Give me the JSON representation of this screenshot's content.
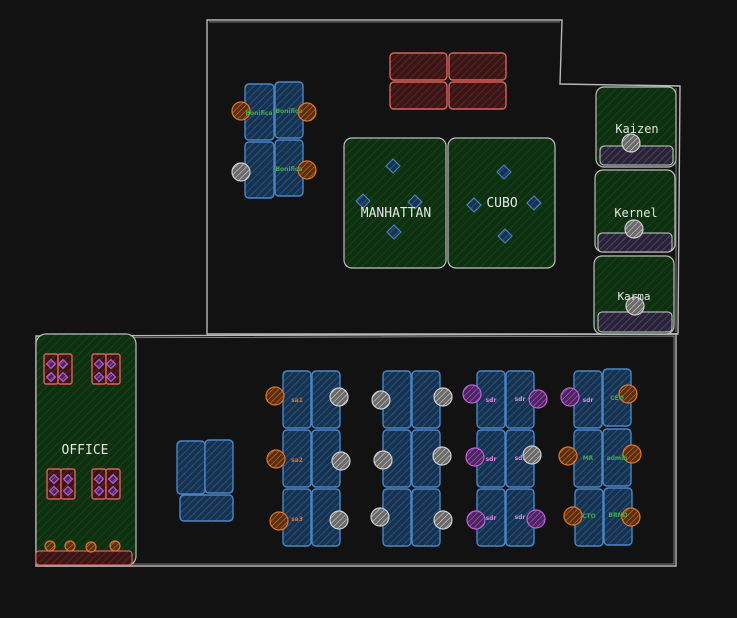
{
  "colors": {
    "background": "#121212",
    "wall": "#b8b8b8",
    "desk": "#4a86c8",
    "room_fill": "#0f3312",
    "bench": "#d9625b",
    "diamond": "#4a86c8",
    "seat_orange": "#e0762a",
    "seat_white": "#d0d0d0",
    "seat_purple": "#c061d8",
    "label_green": "#3fae48",
    "label_orange": "#e0762a",
    "label_purple": "#d58ae8"
  },
  "rooms": {
    "manhattan": "MANHATTAN",
    "cubo": "CUBO",
    "kaizen": "Kaizen",
    "kernel": "Kernel",
    "karma": "Karma",
    "office": "OFFICE"
  },
  "seats": {
    "bonifica_1": "Bonifica",
    "bonifica_2": "Bonifica",
    "bonifica_3": "Bonifica",
    "sa1": "sa1",
    "sa2": "sa2",
    "sa3": "sa3",
    "sdr_1": "sdr",
    "sdr_2": "sdr",
    "sdr_3": "sdr",
    "sdr_4": "sdr",
    "sdr_5": "sdr",
    "sdr_6": "sdr",
    "ceo": "CEO",
    "mr": "MR",
    "admin": "admin",
    "cto": "CTO",
    "brnd": "BRND"
  }
}
